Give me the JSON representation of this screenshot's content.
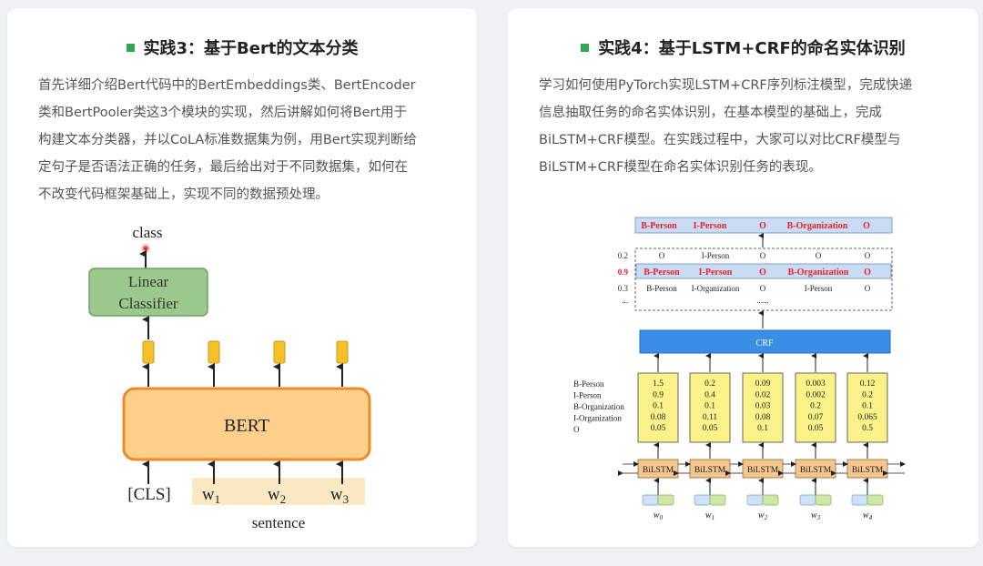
{
  "cards": [
    {
      "title": "实践3：基于Bert的文本分类",
      "lines": [
        "首先详细介绍Bert代码中的BertEmbeddings类、BertEncoder",
        "类和BertPooler类这3个模块的实现，然后讲解如何将Bert用于",
        "构建文本分类器，并以CoLA标准数据集为例，用Bert实现判断给",
        "定句子是否语法正确的任务，最后给出对于不同数据集，如何在",
        "不改变代码框架基础上，实现不同的数据预处理。"
      ],
      "diagram": {
        "class_label": "class",
        "classifier_line1": "Linear",
        "classifier_line2": "Classifier",
        "bert_label": "BERT",
        "cls_label": "[CLS]",
        "w_tokens": [
          {
            "base": "w",
            "sub": "1"
          },
          {
            "base": "w",
            "sub": "2"
          },
          {
            "base": "w",
            "sub": "3"
          }
        ],
        "sentence_label": "sentence"
      }
    },
    {
      "title": "实践4：基于LSTM+CRF的命名实体识别",
      "lines": [
        "学习如何使用PyTorch实现LSTM+CRF序列标注模型，完成快递",
        "信息抽取任务的命名实体识别，在基本模型的基础上，完成",
        "BiLSTM+CRF模型。在实践过程中，大家可以对比CRF模型与",
        "BiLSTM+CRF模型在命名实体识别任务的表现。"
      ],
      "diagram": {
        "top_labels": [
          "B-Person",
          "I-Person",
          "O",
          "B-Organization",
          "O"
        ],
        "scores": [
          "0.2",
          "0.9",
          "0.3",
          "..."
        ],
        "rows": [
          [
            "O",
            "I-Person",
            "O",
            "O",
            "O"
          ],
          [
            "B-Person",
            "I-Person",
            "O",
            "B-Organization",
            "O"
          ],
          [
            "B-Person",
            "I-Organization",
            "O",
            "I-Person",
            "O"
          ],
          [
            "",
            "",
            "......",
            "",
            ""
          ]
        ],
        "crf_label": "CRF",
        "legend": [
          "B-Person",
          "I-Person",
          "B-Organization",
          "I-Organization",
          "O"
        ],
        "columns": [
          [
            "1.5",
            "0.9",
            "0.1",
            "0.08",
            "0.05"
          ],
          [
            "0.2",
            "0.4",
            "0.1",
            "0.11",
            "0.05"
          ],
          [
            "0.09",
            "0.02",
            "0.03",
            "0.08",
            "0.1"
          ],
          [
            "0.003",
            "0.002",
            "0.2",
            "0.07",
            "0.05"
          ],
          [
            "0.12",
            "0.2",
            "0.1",
            "0.065",
            "0.5"
          ]
        ],
        "bilstm_label": "BiLSTM",
        "words": [
          "w",
          "w",
          "w",
          "w",
          "w"
        ],
        "word_subs": [
          "0",
          "1",
          "2",
          "3",
          "4"
        ],
        "highlight_color": "#e8232a"
      }
    }
  ]
}
